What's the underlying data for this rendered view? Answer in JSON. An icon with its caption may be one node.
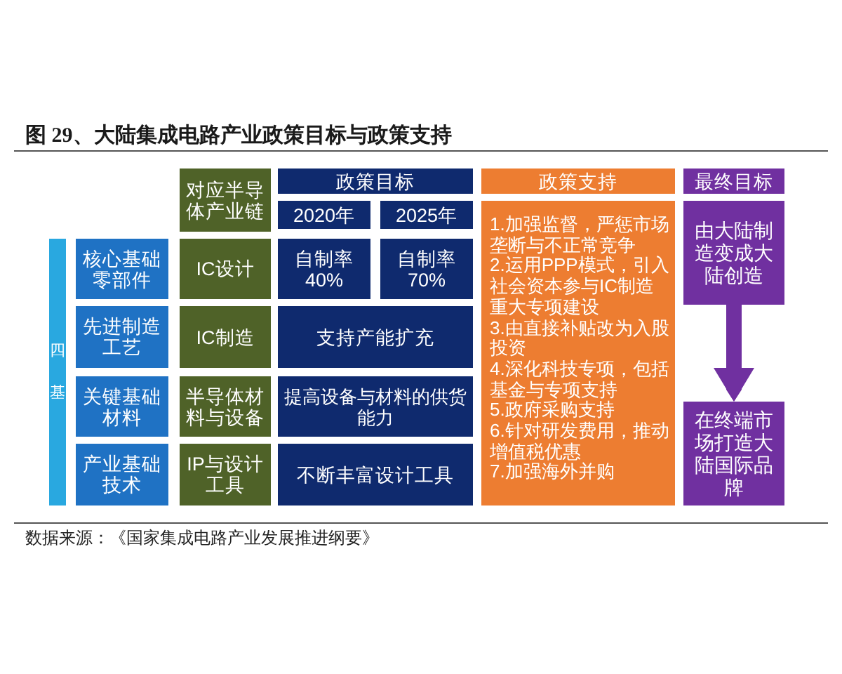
{
  "diagram": {
    "title": "图 29、大陆集成电路产业政策目标与政策支持",
    "caption": "数据来源：《国家集成电路产业发展推进纲要》",
    "nodes": [
      {
        "text": [
          "对应半导体产业链"
        ]
      },
      {
        "text": [
          "政策目标"
        ]
      },
      {
        "text": [
          "2020年"
        ]
      },
      {
        "text": [
          "2025年"
        ]
      },
      {
        "text": [
          "政策支持"
        ]
      },
      {
        "text": [
          "最终目标"
        ]
      },
      {
        "text": [
          "四基"
        ]
      },
      {
        "text": [
          "核心基础零部件"
        ]
      },
      {
        "text": [
          "IC设计"
        ]
      },
      {
        "text": [
          "自制率40%"
        ]
      },
      {
        "text": [
          "自制率70%"
        ]
      },
      {
        "text": [
          "1.加强监督，严惩市场垄断与不正常竞争",
          "2.运用PPP模式，引入社会资本参与IC制造重大专项建设",
          "3.由直接补贴改为入股投资",
          "4.深化科技专项，包括基金与专项支持",
          "5.政府采购支持",
          "6.针对研发费用，推动增值税优惠",
          "7.加强海外并购"
        ]
      },
      {
        "text": [
          "由大陆制造变成大陆创造"
        ]
      },
      {
        "text": [
          "先进制造工艺"
        ]
      },
      {
        "text": [
          "IC制造"
        ]
      },
      {
        "text": [
          "支持产能扩充"
        ]
      },
      {
        "text": [
          "关键基础材料"
        ]
      },
      {
        "text": [
          "半导体材料与设备"
        ]
      },
      {
        "text": [
          "提高设备与材料的供货能力"
        ]
      },
      {
        "text": [
          "在终端市场打造大陆国际品牌"
        ]
      },
      {
        "text": [
          "产业基础技术"
        ]
      },
      {
        "text": [
          "IP与设计工具"
        ]
      },
      {
        "text": [
          "不断丰富设计工具"
        ]
      }
    ],
    "edges": [
      {
        "from": 12,
        "to": 19,
        "arrow": "to",
        "color": "#7030a0"
      }
    ]
  }
}
